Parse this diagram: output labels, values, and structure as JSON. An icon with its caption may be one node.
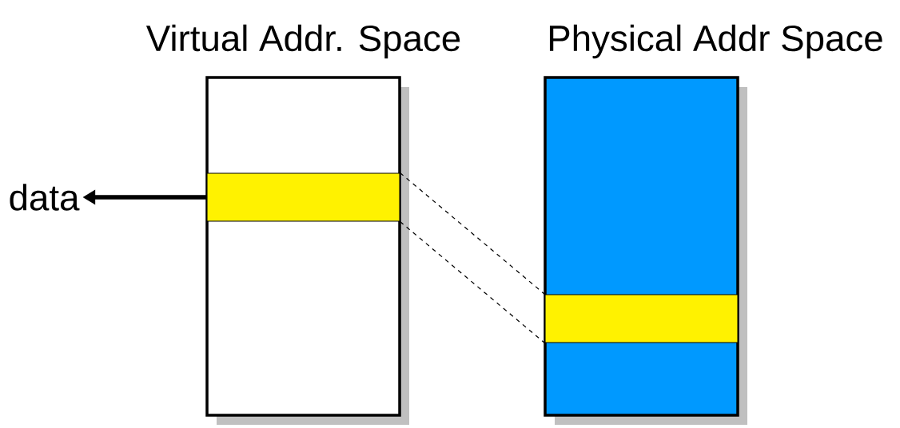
{
  "diagram": {
    "nodes": [
      {
        "text": [
          "Virtual Addr. Space"
        ]
      },
      {
        "text": [],
        "shape": "bar",
        "in": 0
      },
      {
        "text": [
          "Physical Addr Space"
        ]
      },
      {
        "text": [],
        "shape": "bar",
        "in": 2
      },
      {
        "text": [
          "data"
        ]
      }
    ],
    "edges": [
      {
        "from": 1,
        "to": 4,
        "arrow": "to",
        "style": "thick"
      },
      {
        "from": 1,
        "to": 3,
        "arrow": "none",
        "style": "dashed"
      },
      {
        "from": 1,
        "to": 3,
        "arrow": "none",
        "style": "dashed"
      }
    ]
  }
}
